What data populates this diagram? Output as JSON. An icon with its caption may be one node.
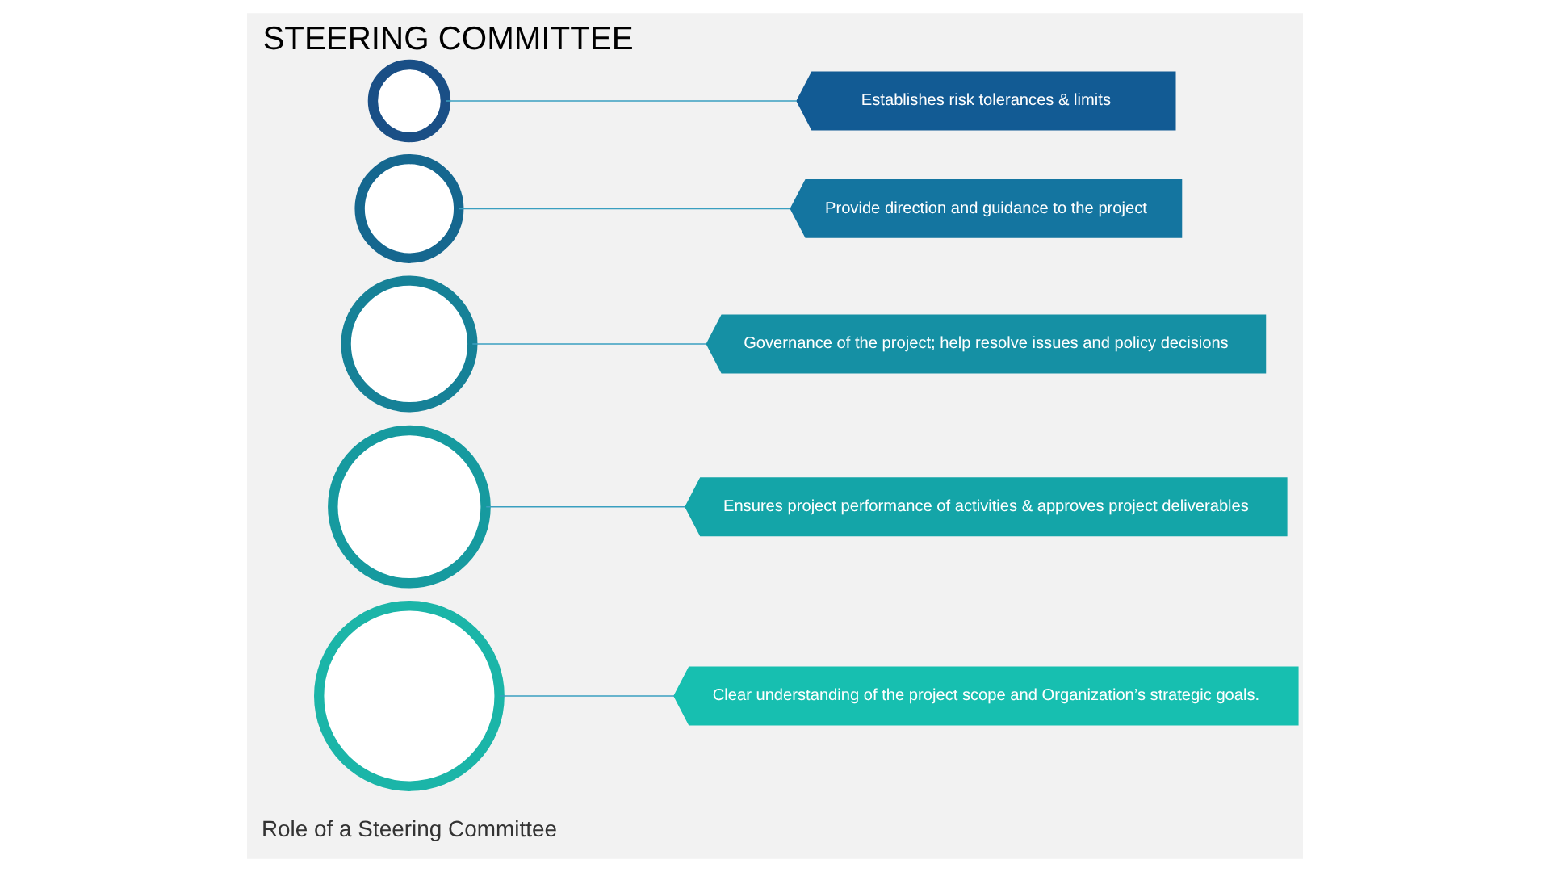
{
  "diagram": {
    "title": "STEERING COMMITTEE",
    "nodes": [
      {
        "text": [],
        "shape": "circle"
      },
      {
        "text": [],
        "shape": "circle"
      },
      {
        "text": [],
        "shape": "circle"
      },
      {
        "text": [],
        "shape": "circle"
      },
      {
        "text": [],
        "shape": "circle"
      },
      {
        "text": [
          "Clear understanding of the project scope and Organization’s strategic goals."
        ]
      },
      {
        "text": [
          "Ensures project performance of activities & approves project deliverables"
        ]
      },
      {
        "text": [
          "Governance of the project; help resolve issues and policy decisions"
        ]
      },
      {
        "text": [
          "Provide direction and guidance to the project"
        ]
      },
      {
        "text": [
          "Establishes risk tolerances & limits"
        ]
      }
    ],
    "edges": [
      {
        "from": 0,
        "to": 5,
        "arrow": "none"
      },
      {
        "from": 1,
        "to": 6,
        "arrow": "none"
      },
      {
        "from": 2,
        "to": 7,
        "arrow": "none"
      },
      {
        "from": 3,
        "to": 8,
        "arrow": "none"
      },
      {
        "from": 4,
        "to": 9,
        "arrow": "none"
      }
    ],
    "labels": [
      "Role of a Steering Committee"
    ]
  }
}
